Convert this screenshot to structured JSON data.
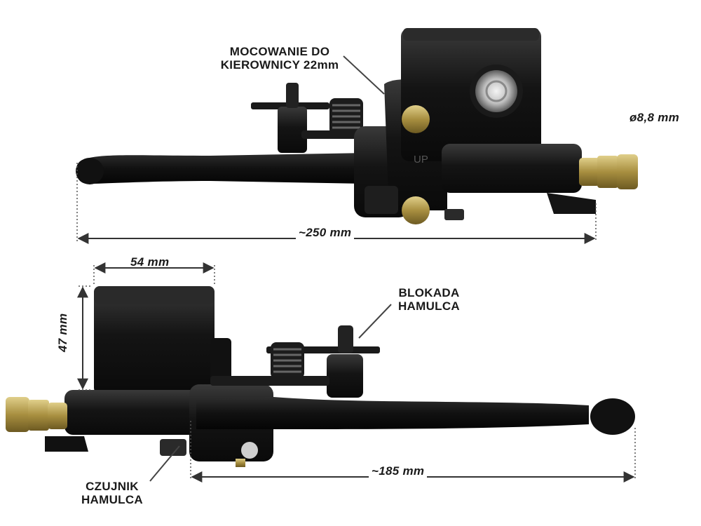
{
  "labels": {
    "mounting": {
      "line1": "MOCOWANIE DO",
      "line2": "KIEROWNICY 22mm"
    },
    "bolt_diameter": "ø8,8 mm",
    "length_total": "~250 mm",
    "width_reservoir": "54 mm",
    "height_reservoir": "47 mm",
    "lock": {
      "line1": "BLOKADA",
      "line2": "HAMULCA"
    },
    "lever_length": "~185 mm",
    "sensor": {
      "line1": "CZUJNIK",
      "line2": "HAMULCA"
    },
    "reservoir_mark": "UP"
  },
  "colors": {
    "body": "#141414",
    "body_highlight": "#3a3a3a",
    "brass": "#b39a4c",
    "dimension_line": "#333333",
    "background": "#ffffff"
  }
}
